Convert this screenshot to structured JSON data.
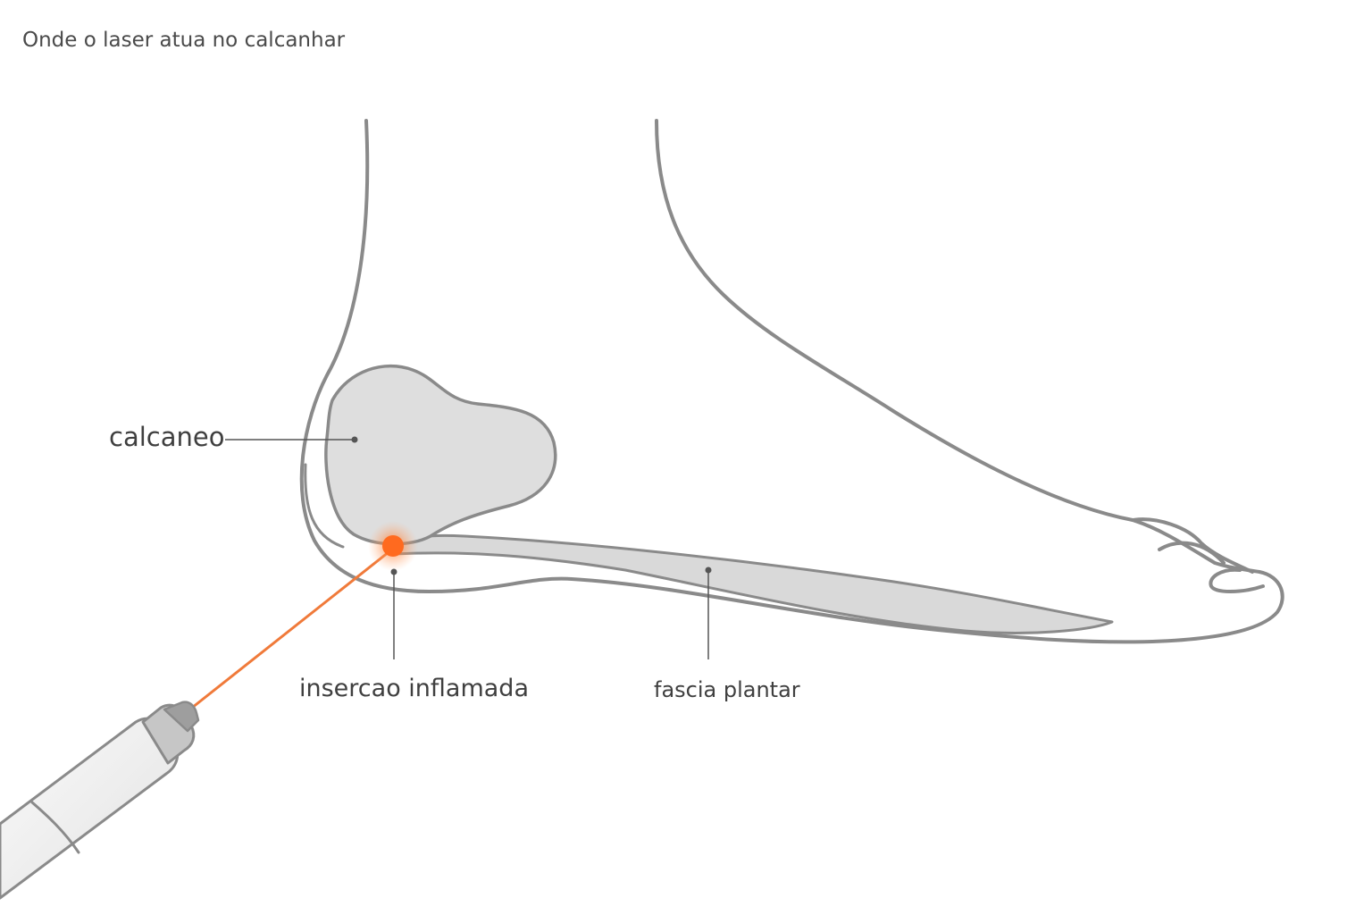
{
  "title": "Onde o laser atua no calcanhar",
  "labels": {
    "bone": "calcaneo",
    "insertion": "insercao inflamada",
    "fascia": "fascia plantar"
  },
  "colors": {
    "outline": "#8a8a8a",
    "bone_fill": "#dedede",
    "fascia_fill": "#d9d9d9",
    "laser": "#f07a3a",
    "leader": "#555555"
  }
}
